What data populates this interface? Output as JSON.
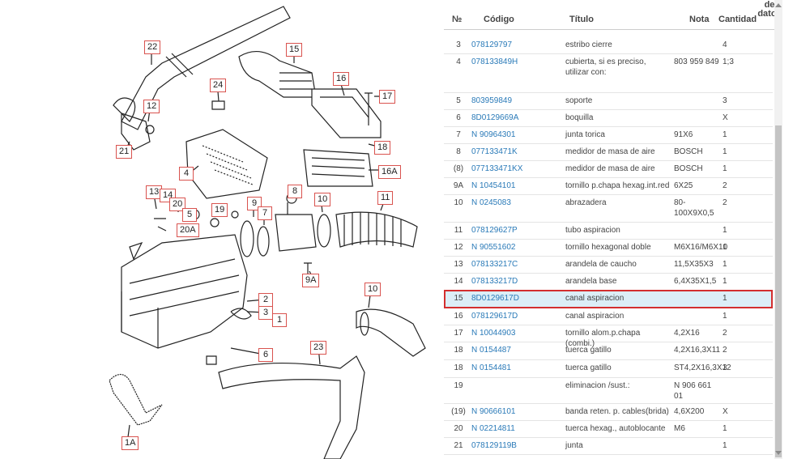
{
  "diagram": {
    "callouts": [
      "22",
      "15",
      "16",
      "17",
      "24",
      "12",
      "21",
      "4",
      "18",
      "16A",
      "13",
      "14",
      "20",
      "5",
      "9",
      "19",
      "7",
      "8",
      "10",
      "11",
      "20A",
      "9A",
      "2",
      "3",
      "1",
      "6",
      "23",
      "10",
      "1A"
    ]
  },
  "table": {
    "headers": {
      "no": "№",
      "code": "Código",
      "title": "Título",
      "note": "Nota",
      "qty": "Cantidad",
      "model": "Modelo de datos"
    },
    "rows": [
      {
        "no": "3",
        "code": "078129797",
        "title": "estribo cierre",
        "note": "",
        "qty": "4"
      },
      {
        "no": "4",
        "code": "078133849H",
        "title": "cubierta, si es preciso, utilizar con:",
        "note": "803 959 849",
        "qty": "1;3"
      },
      {
        "no": "5",
        "code": "803959849",
        "title": "soporte",
        "note": "",
        "qty": "3"
      },
      {
        "no": "6",
        "code": "8D0129669A",
        "title": "boquilla",
        "note": "",
        "qty": "X"
      },
      {
        "no": "7",
        "code": "N 90964301",
        "title": "junta torica",
        "note": "91X6",
        "qty": "1"
      },
      {
        "no": "8",
        "code": "077133471K",
        "title": "medidor de masa de aire",
        "note": "BOSCH",
        "qty": "1"
      },
      {
        "no": "(8)",
        "code": "077133471KX",
        "title": "medidor de masa de aire",
        "note": "BOSCH",
        "qty": "1"
      },
      {
        "no": "9A",
        "code": "N 10454101",
        "title": "tornillo p.chapa hexag.int.red",
        "note": "6X25",
        "qty": "2"
      },
      {
        "no": "10",
        "code": "N 0245083",
        "title": "abrazadera",
        "note": "80-100X9X0,5",
        "qty": "2"
      },
      {
        "no": "11",
        "code": "078129627P",
        "title": "tubo aspiracion",
        "note": "",
        "qty": "1"
      },
      {
        "no": "12",
        "code": "N 90551602",
        "title": "tornillo hexagonal doble",
        "note": "M6X16/M6X10",
        "qty": "1"
      },
      {
        "no": "13",
        "code": "078133217C",
        "title": "arandela de caucho",
        "note": "11,5X35X3",
        "qty": "1"
      },
      {
        "no": "14",
        "code": "078133217D",
        "title": "arandela base",
        "note": "6,4X35X1,5",
        "qty": "1"
      },
      {
        "no": "15",
        "code": "8D0129617D",
        "title": "canal aspiracion",
        "note": "",
        "qty": "1"
      },
      {
        "no": "16",
        "code": "078129617D",
        "title": "canal aspiracion",
        "note": "",
        "qty": "1"
      },
      {
        "no": "17",
        "code": "N 10044903",
        "title": "tornillo alom.p.chapa (combi.)",
        "note": "4,2X16",
        "qty": "2"
      },
      {
        "no": "18",
        "code": "N 0154487",
        "title": "tuerca gatillo",
        "note": "4,2X16,3X11",
        "qty": "2"
      },
      {
        "no": "18",
        "code": "N 0154481",
        "title": "tuerca gatillo",
        "note": "ST4,2X16,3X12",
        "qty": "3"
      },
      {
        "no": "19",
        "code": "",
        "title": "eliminacion /sust.:",
        "note": "N 906 661 01",
        "qty": ""
      },
      {
        "no": "(19)",
        "code": "N 90666101",
        "title": "banda reten. p. cables(brida)",
        "note": "4,6X200",
        "qty": "X"
      },
      {
        "no": "20",
        "code": "N 02214811",
        "title": "tuerca hexag., autoblocante",
        "note": "M6",
        "qty": "1"
      },
      {
        "no": "21",
        "code": "078129119B",
        "title": "junta",
        "note": "",
        "qty": "1"
      }
    ],
    "selected_index": 13
  },
  "colors": {
    "link": "#2a7ab8",
    "highlight_border": "#d32f2f",
    "selected_bg": "#dceef7",
    "callout_border": "#d9534f"
  }
}
